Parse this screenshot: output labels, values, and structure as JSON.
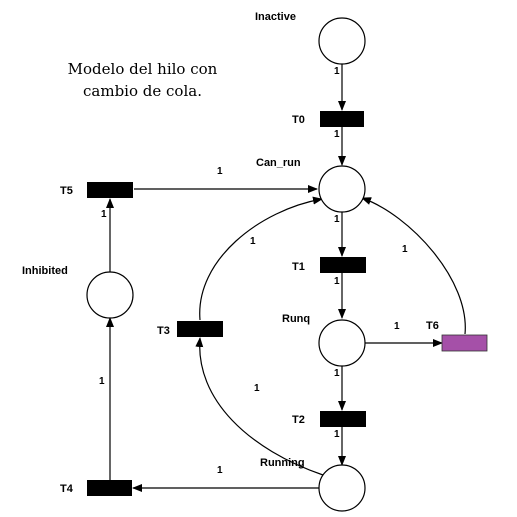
{
  "caption": {
    "line1": "Modelo del hilo con",
    "line2": "cambio de cola."
  },
  "places": {
    "inactive": "Inactive",
    "can_run": "Can_run",
    "runq": "Runq",
    "running": "Running",
    "inhibited": "Inhibited"
  },
  "transitions": {
    "t0": "T0",
    "t1": "T1",
    "t2": "T2",
    "t3": "T3",
    "t4": "T4",
    "t5": "T5",
    "t6": "T6"
  },
  "weights": {
    "inactive_t0": "1",
    "t0_canrun": "1",
    "t5_canrun": "1",
    "inhibited_t5": "1",
    "t3_canrun": "1",
    "canrun_t1": "1",
    "t6_canrun": "1",
    "t1_runq": "1",
    "runq_t6": "1",
    "runq_t2": "1",
    "running_t3": "1",
    "t2_running": "1",
    "running_t4": "1",
    "t4_inhibited": "1"
  },
  "colors": {
    "highlight_transition": "#a550a8"
  }
}
